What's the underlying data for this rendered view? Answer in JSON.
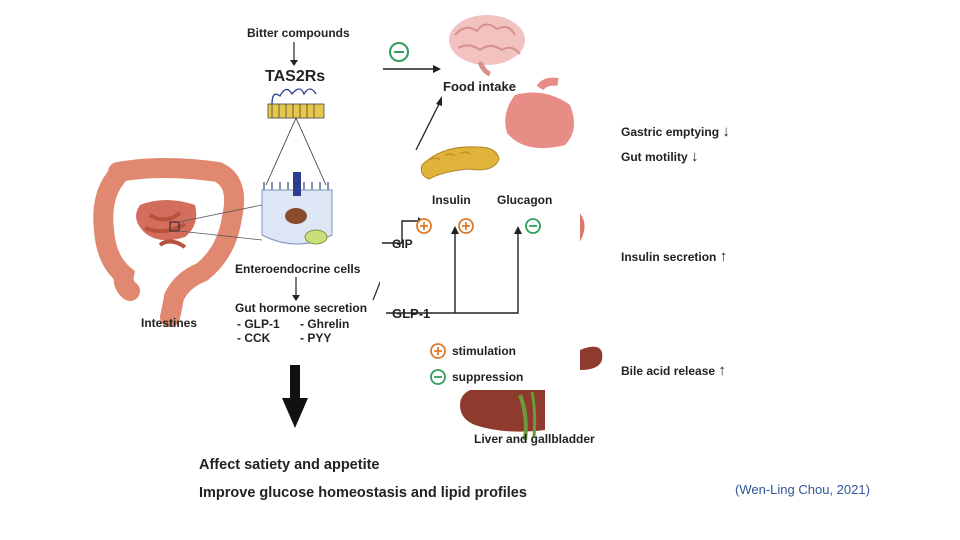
{
  "diagram": {
    "bitter_compounds": "Bitter compounds",
    "receptor": "TAS2Rs",
    "food_intake": "Food intake",
    "intestines": "Intestines",
    "enteroendocrine": "Enteroendocrine cells",
    "gut_hormone": "Gut hormone secretion",
    "hormones": [
      "- GLP-1",
      "- CCK",
      "- Ghrelin",
      "- PYY"
    ],
    "gastric_emptying": "Gastric emptying",
    "gut_motility": "Gut motility",
    "insulin": "Insulin",
    "glucagon": "Glucagon",
    "gip": "GIP",
    "glp1": "GLP-1",
    "insulin_secretion": "Insulin secretion",
    "stimulation": "stimulation",
    "suppression": "suppression",
    "bile_acid": "Bile acid release",
    "liver": "Liver and gallbladder",
    "outcome_1": "Affect satiety and appetite",
    "outcome_2": "Improve glucose homeostasis and lipid profiles",
    "citation": "(Wen-Ling Chou, 2021)",
    "arrows": {
      "down": "↓",
      "up": "↑"
    },
    "colors": {
      "stimulation": "#e07b2a",
      "suppression": "#2e9e5b",
      "citation": "#2f5597",
      "organ": "#d9776b"
    }
  }
}
